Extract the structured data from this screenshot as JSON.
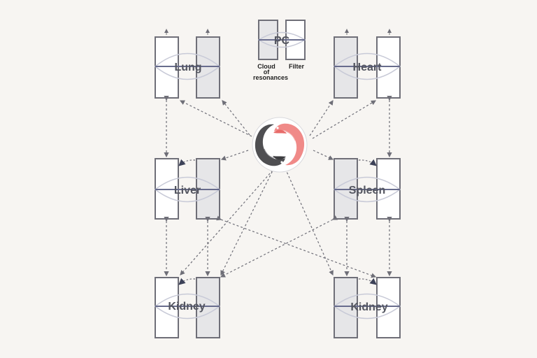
{
  "labels": {
    "pc": "PC",
    "cloud_line1": "Cloud",
    "cloud_line2": "of",
    "cloud_line3": "resonances",
    "filter": "Filter",
    "lung": "Lung",
    "heart": "Heart",
    "liver": "Liver",
    "spleen": "Spleen",
    "kidney_left": "Kidney",
    "kidney_right": "Kidney"
  },
  "colors": {
    "background": "#f7f5f2",
    "box_stroke": "#6f6f78",
    "box_fill_gray": "#e6e6e8",
    "midline": "#686c8d",
    "guide": "#c8cad7",
    "koi_dark": "#4f4f52",
    "koi_light": "#f08a88"
  },
  "icons": {
    "center": "koi-yin-yang-icon"
  }
}
